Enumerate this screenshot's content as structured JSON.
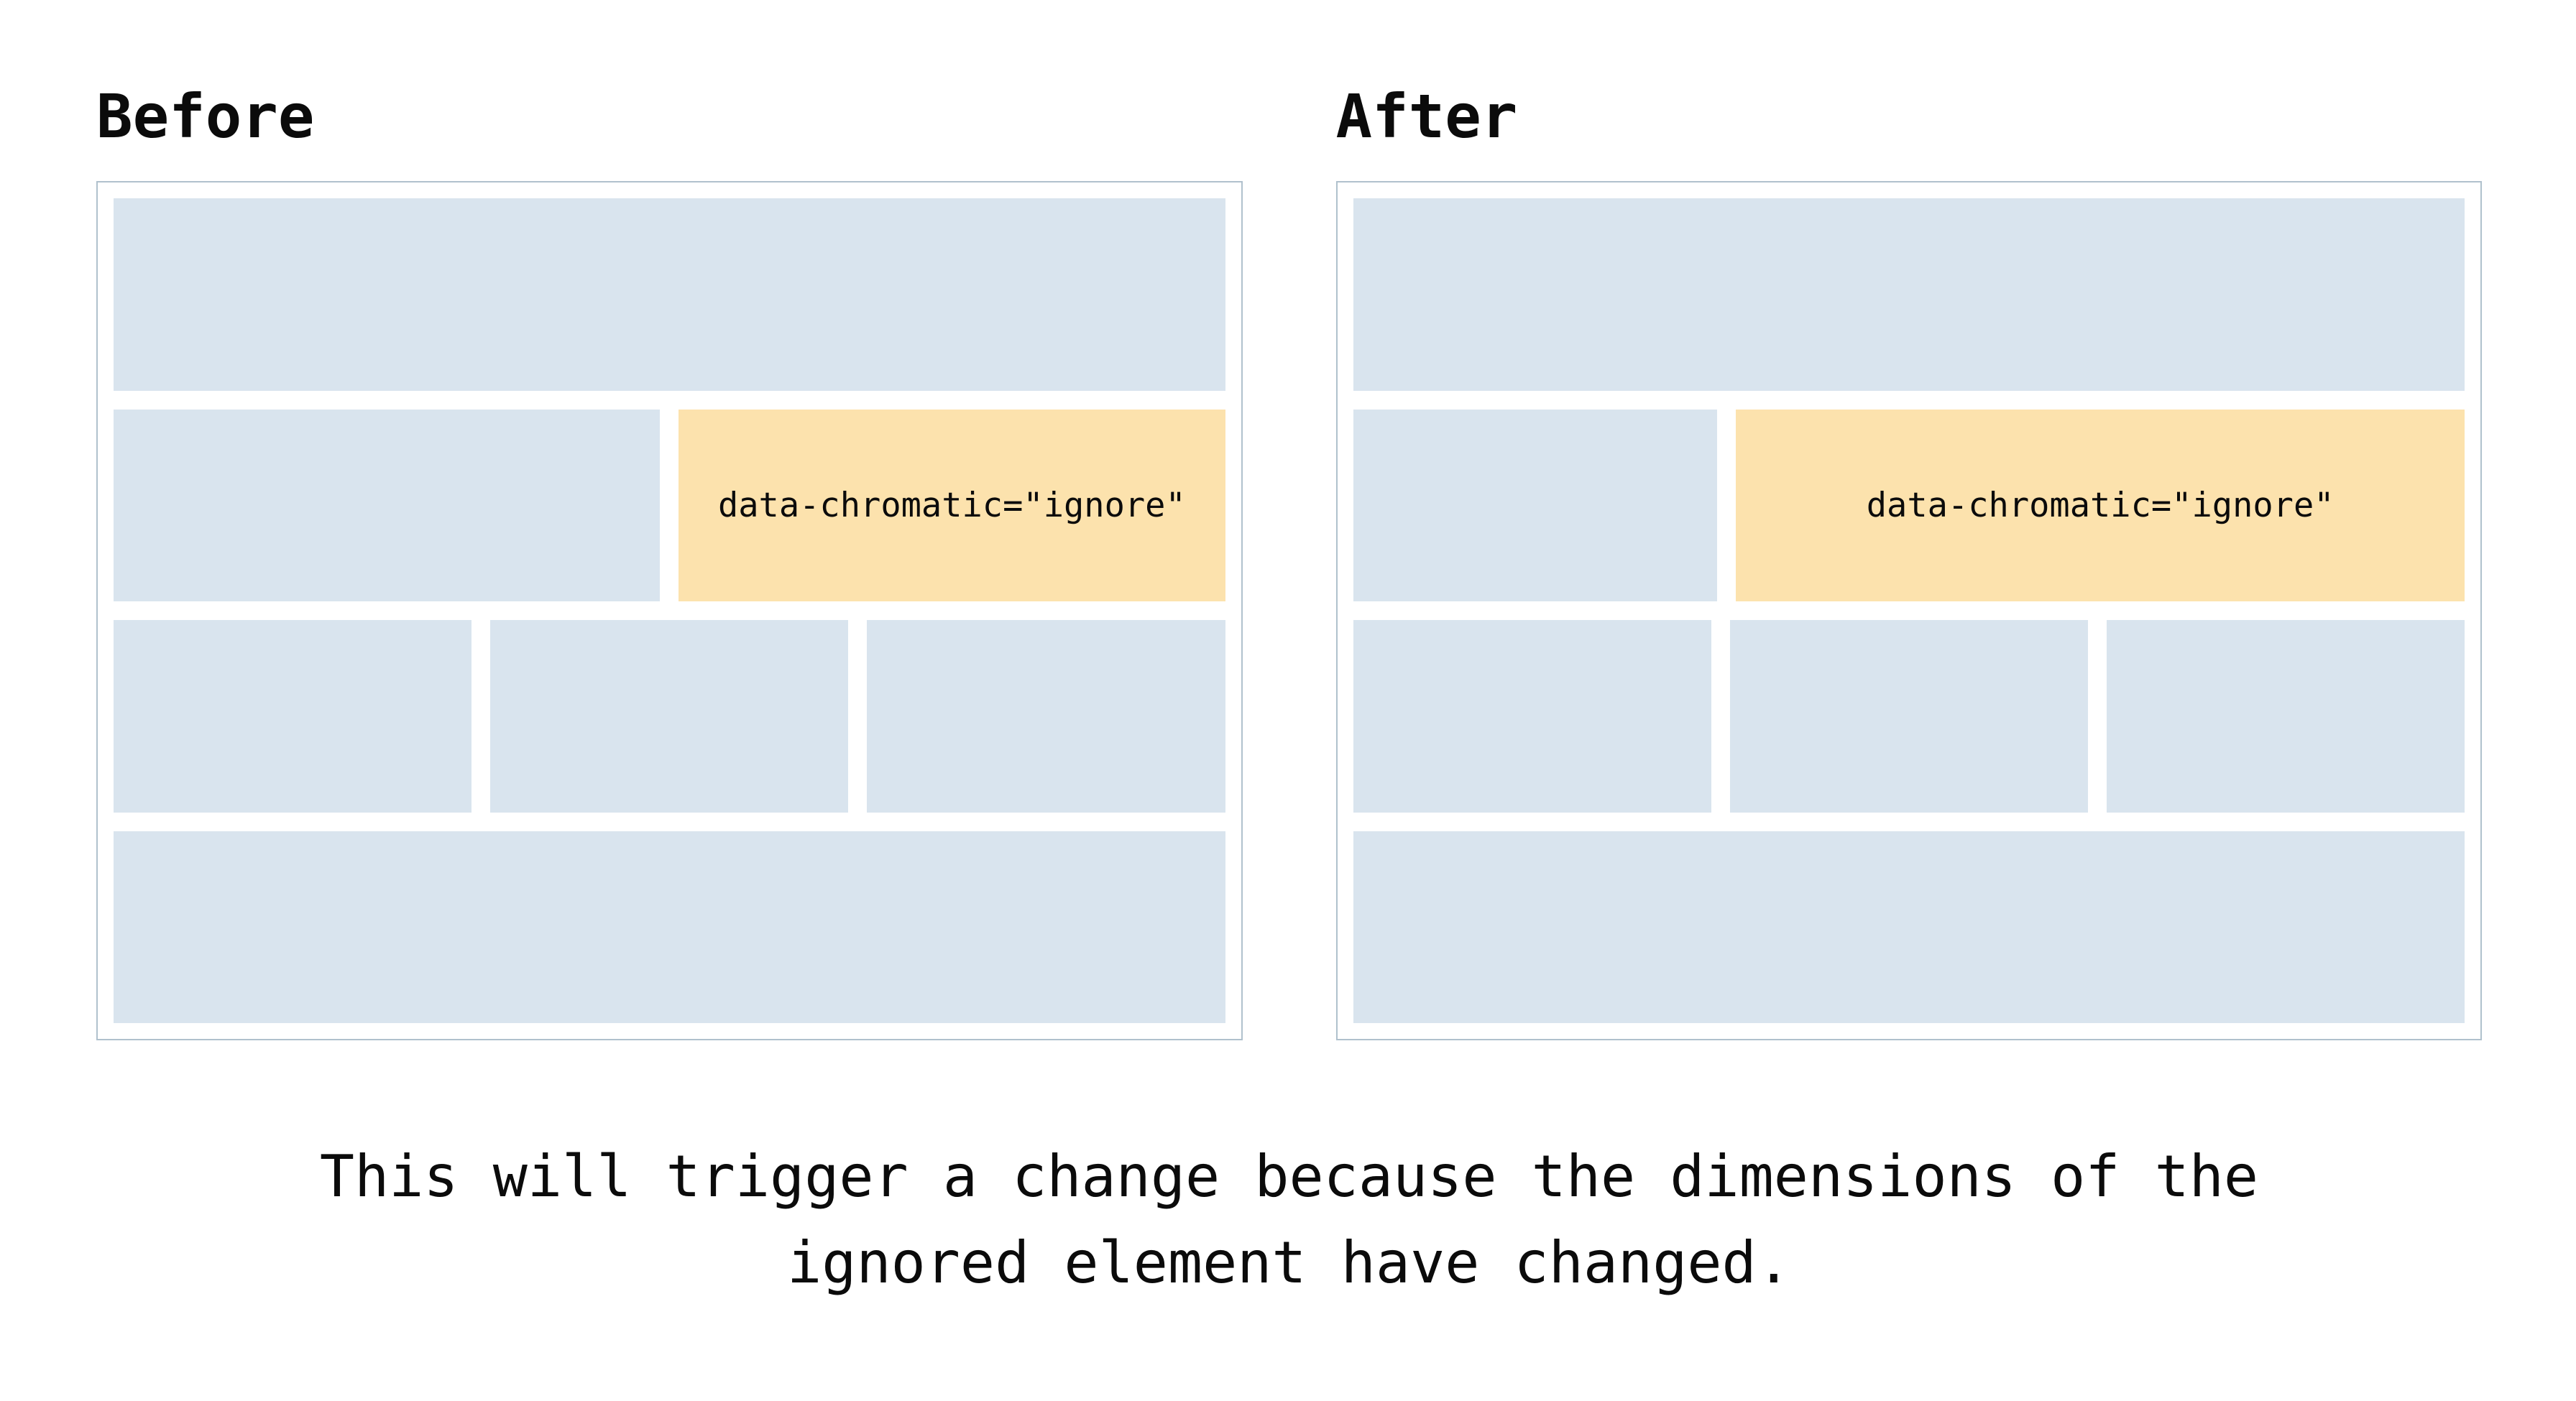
{
  "figure": {
    "before": {
      "title": "Before",
      "ignore_label": "data-chromatic=\"ignore\""
    },
    "after": {
      "title": "After",
      "ignore_label": "data-chromatic=\"ignore\""
    },
    "caption": "This will trigger a change because the dimensions of the ignored element have changed."
  },
  "colors": {
    "block": "#d9e4ee",
    "ignore-bg": "#fce2ad",
    "panel-border": "#b0c1cd",
    "text": "#0b0b0b"
  }
}
